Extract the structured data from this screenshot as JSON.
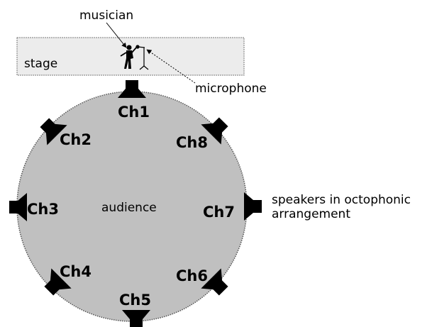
{
  "labels": {
    "musician": "musician",
    "stage": "stage",
    "microphone": "microphone",
    "audience": "audience",
    "speakers_line1": "speakers in octophonic",
    "speakers_line2": "arrangement"
  },
  "channels": [
    {
      "id": "ch1",
      "label": "Ch1"
    },
    {
      "id": "ch2",
      "label": "Ch2"
    },
    {
      "id": "ch3",
      "label": "Ch3"
    },
    {
      "id": "ch4",
      "label": "Ch4"
    },
    {
      "id": "ch5",
      "label": "Ch5"
    },
    {
      "id": "ch6",
      "label": "Ch6"
    },
    {
      "id": "ch7",
      "label": "Ch7"
    },
    {
      "id": "ch8",
      "label": "Ch8"
    }
  ],
  "colors": {
    "stage_fill": "#ececec",
    "audience_fill": "#c0c0c0",
    "speaker": "#000000"
  }
}
